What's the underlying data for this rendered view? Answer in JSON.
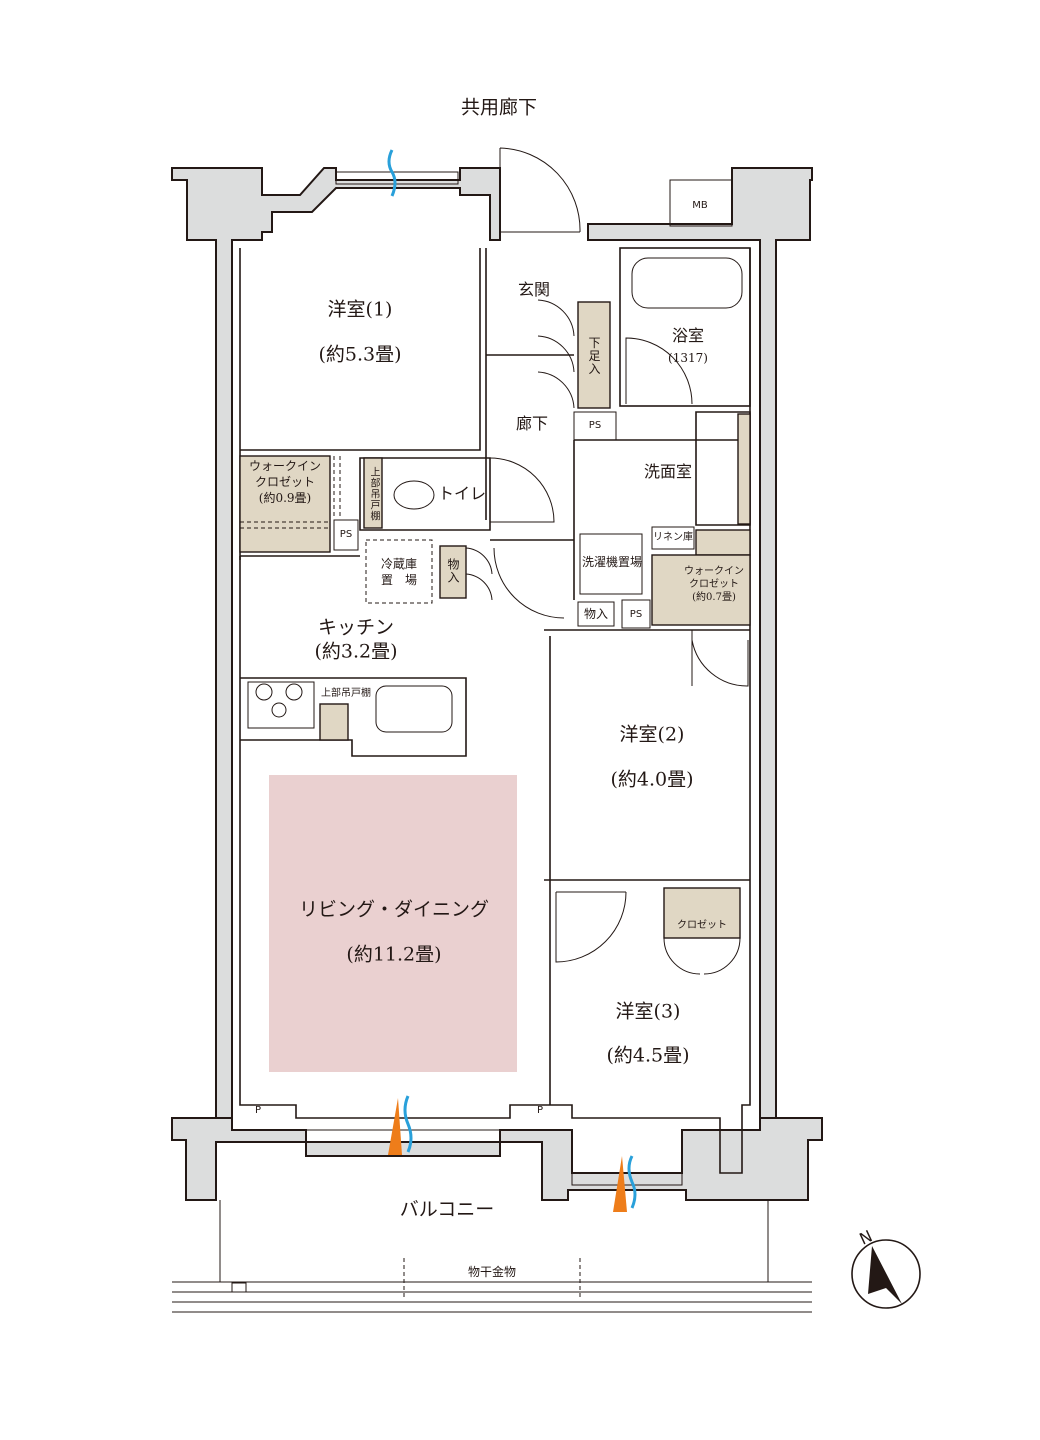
{
  "corridor_label": "共用廊下",
  "balcony_label": "バルコニー",
  "drying_hardware_label": "物干金物",
  "compass_label": "N",
  "mb_label": "MB",
  "rooms": {
    "western1": {
      "name": "洋室(1)",
      "area": "(約5.3畳)"
    },
    "western2": {
      "name": "洋室(2)",
      "area": "(約4.0畳)"
    },
    "western3": {
      "name": "洋室(3)",
      "area": "(約4.5畳)"
    },
    "kitchen": {
      "name": "キッチン",
      "area": "(約3.2畳)"
    },
    "living": {
      "name": "リビング・ダイニング",
      "area": "(約11.2畳)"
    },
    "entrance": {
      "name": "玄関"
    },
    "hallway": {
      "name": "廊下"
    },
    "bath": {
      "name": "浴室",
      "size": "(1317)"
    },
    "washroom": {
      "name": "洗面室"
    },
    "toilet": {
      "name": "トイレ"
    }
  },
  "storage": {
    "wic1": {
      "line1": "ウォークイン",
      "line2": "クロゼット",
      "line3": "(約0.9畳)"
    },
    "wic2": {
      "line1": "ウォークイン",
      "line2": "クロゼット",
      "line3": "(約0.7畳)"
    },
    "closet3": "クロゼット",
    "shoe_box": "下足入",
    "linen": "リネン庫",
    "storage_a": "物入",
    "storage_b": "物入",
    "upper_cabinet_toilet": "上部吊戸棚",
    "upper_cabinet_kitchen": "上部吊戸棚",
    "fridge_line1": "冷蔵庫",
    "fridge_line2": "置　場",
    "washer": "洗濯機置場"
  },
  "ps_labels": [
    "PS",
    "PS",
    "PS"
  ],
  "p_labels": [
    "P",
    "P"
  ],
  "colors": {
    "wall_fill": "#dcdddd",
    "storage_fill": "#e0d7c4",
    "ldk_highlight": "#ead0d0",
    "ventilation_orange": "#ee7d1a",
    "ventilation_blue": "#29a0da",
    "line": "#231815"
  },
  "icons": [
    "ventilation-icon",
    "door-swing-icon",
    "stove-icon",
    "sink-icon",
    "bathtub-icon",
    "toilet-icon",
    "north-arrow-icon"
  ]
}
